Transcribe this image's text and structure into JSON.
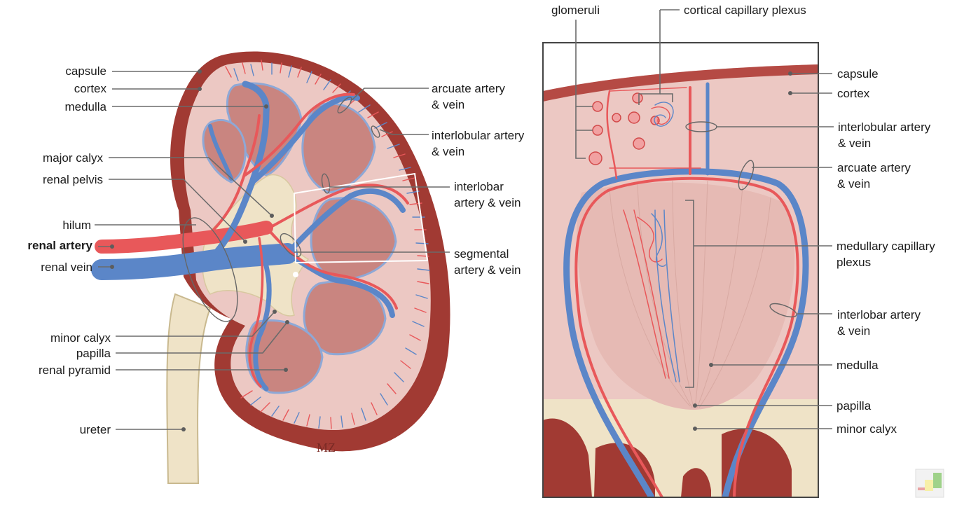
{
  "colors": {
    "capsule": "#a13a33",
    "cortex": "#ecc8c3",
    "medulla": "#c98580",
    "calyx": "#efe3c7",
    "vein": "#5b86c8",
    "artery": "#e8585a",
    "leader": "#6b6b6b"
  },
  "kidney": {
    "labels": {
      "capsule": "capsule",
      "cortex": "cortex",
      "medulla": "medulla",
      "major_calyx": "major calyx",
      "renal_pelvis": "renal pelvis",
      "hilum": "hilum",
      "renal_artery": "renal artery",
      "renal_vein": "renal vein",
      "minor_calyx": "minor calyx",
      "papilla": "papilla",
      "renal_pyramid": "renal pyramid",
      "ureter": "ureter",
      "arcuate_1": "arcuate artery",
      "arcuate_2": "& vein",
      "interlobular_1": "interlobular artery",
      "interlobular_2": "& vein",
      "interlobar_1": "interlobar",
      "interlobar_2": "artery & vein",
      "segmental_1": "segmental",
      "segmental_2": "artery & vein"
    }
  },
  "detail": {
    "labels": {
      "glomeruli": "glomeruli",
      "cortical_plexus": "cortical capillary plexus",
      "capsule": "capsule",
      "cortex": "cortex",
      "interlobular_1": "interlobular artery",
      "interlobular_2": "& vein",
      "arcuate_1": "arcuate artery",
      "arcuate_2": "& vein",
      "medullary_plexus_1": "medullary capillary",
      "medullary_plexus_2": "plexus",
      "interlobar_1": "interlobar artery",
      "interlobar_2": "& vein",
      "medulla": "medulla",
      "papilla": "papilla",
      "minor_calyx": "minor calyx"
    }
  }
}
